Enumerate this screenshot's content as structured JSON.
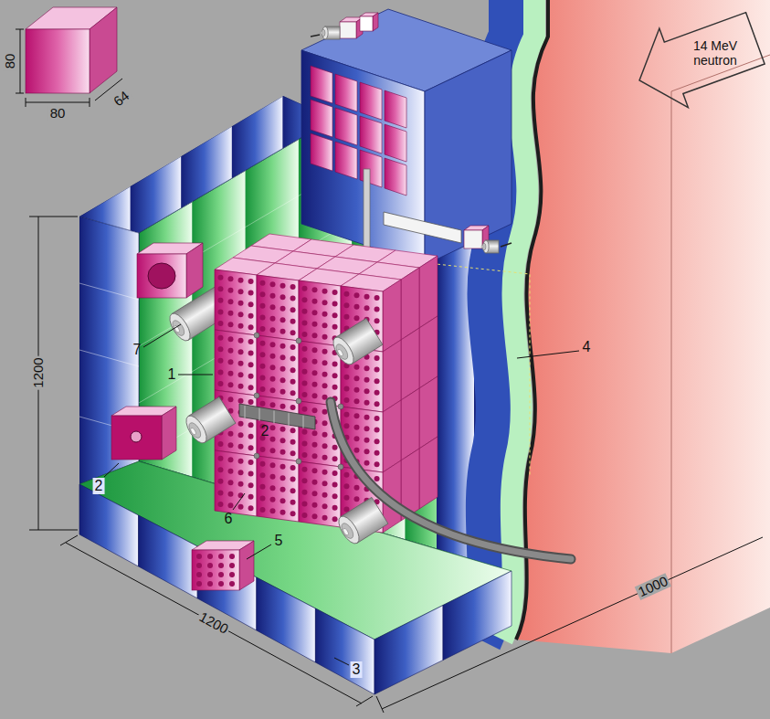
{
  "diagram": {
    "labels": [
      "80",
      "80",
      "64",
      "14 MeV neutron",
      "1200",
      "1200",
      "1000",
      "7",
      "1",
      "2",
      "2",
      "6",
      "5",
      "3",
      "4"
    ]
  }
}
